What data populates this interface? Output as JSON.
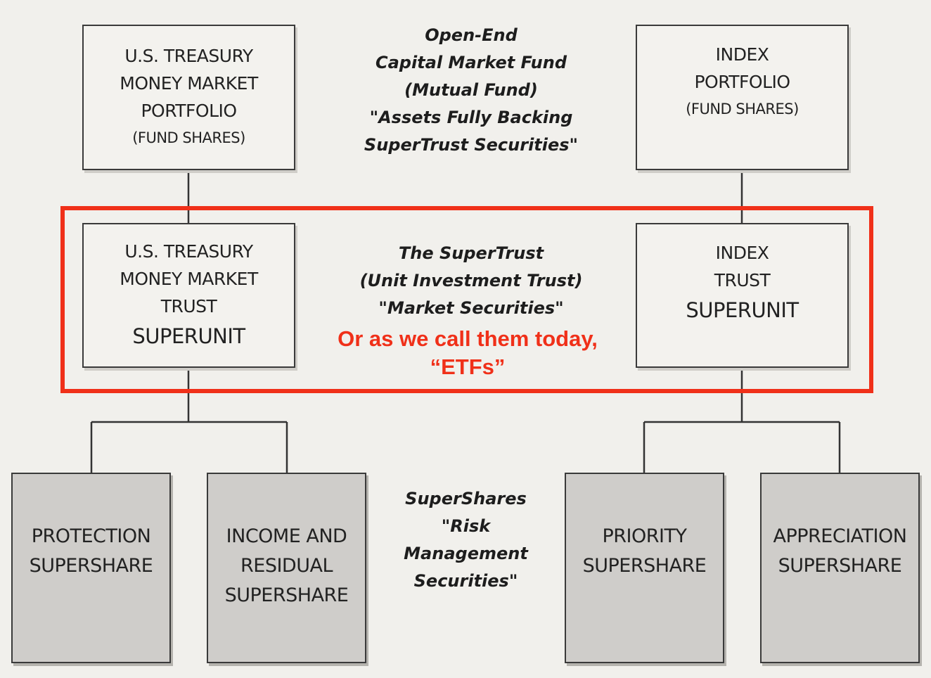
{
  "portfolios": {
    "treasury": [
      "U.S. TREASURY",
      "MONEY MARKET",
      "PORTFOLIO",
      "(FUND SHARES)"
    ],
    "index": [
      "INDEX",
      "PORTFOLIO",
      "(FUND SHARES)"
    ]
  },
  "superunits": {
    "treasury": [
      "U.S. TREASURY",
      "MONEY MARKET",
      "TRUST",
      "SUPERUNIT"
    ],
    "index": [
      "INDEX",
      "TRUST",
      "SUPERUNIT"
    ]
  },
  "supershares": {
    "protection": [
      "PROTECTION",
      "SUPERSHARE"
    ],
    "income_residual": [
      "INCOME AND",
      "RESIDUAL",
      "SUPERSHARE"
    ],
    "priority": [
      "PRIORITY",
      "SUPERSHARE"
    ],
    "appreciation": [
      "APPRECIATION",
      "SUPERSHARE"
    ]
  },
  "captions": {
    "fund": [
      "Open-End",
      "Capital Market Fund",
      "(Mutual Fund)",
      "\"Assets Fully Backing",
      "SuperTrust Securities\""
    ],
    "trust": [
      "The SuperTrust",
      "(Unit Investment Trust)",
      "\"Market Securities\""
    ],
    "shares": [
      "SuperShares",
      "\"Risk",
      "Management",
      "Securities\""
    ]
  },
  "annotation": {
    "lines": [
      "Or as we call them today,",
      "“ETFs”"
    ],
    "color": "#f03019"
  }
}
